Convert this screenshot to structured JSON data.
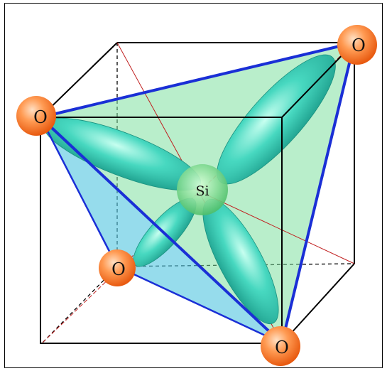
{
  "figure": {
    "atom_labels": [
      "O",
      "O",
      "O",
      "O"
    ],
    "center_label": "Si",
    "colors": {
      "frame": "#000000",
      "cube_edge": "#000000",
      "tetra_edge": "#1a2fd6",
      "tetra_face_green": "#7fe0a0",
      "tetra_face_blue": "#55c6e0",
      "orbital_lobe": "#3fd2b8",
      "center_sphere": "#7fd890",
      "oxygen_sphere": "#ff7a2a",
      "axis_line": "#c02020"
    }
  }
}
